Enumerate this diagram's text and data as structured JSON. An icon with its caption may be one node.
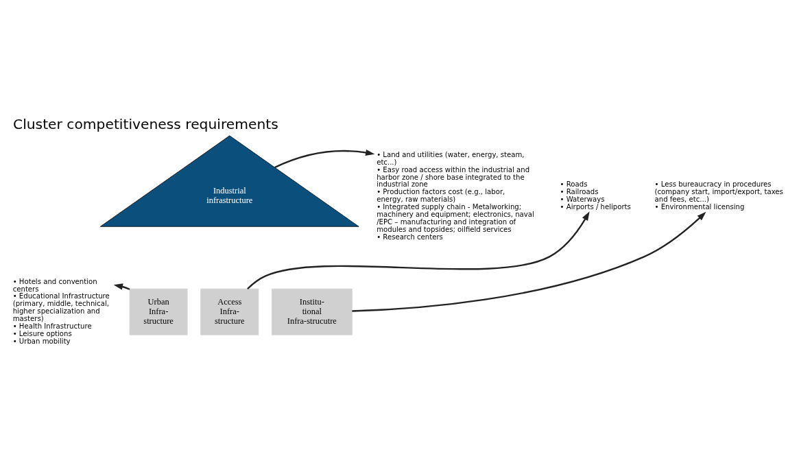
{
  "diagram": {
    "title": "Cluster competitiveness requirements",
    "nodes": [
      {
        "text": [
          "Industrial infrastructure"
        ]
      },
      {
        "text": [
          "Urban Infra- structure"
        ]
      },
      {
        "text": [
          "Access Infra- structure"
        ]
      },
      {
        "text": [
          "Institu- tional Infra-strucutre"
        ]
      },
      {
        "text": [
          "• Land and utilities (water, energy, steam, etc...)",
          "• Easy road access within the industrial and harbor zone / shore base integrated to the industrial zone",
          "• Production factors cost (e.g., labor, energy, raw materials)",
          "• Integrated supply chain - Metalworking; machinery and equipment; electronics, naval /EPC – manufacturing and integration of modules and topsides; oilfield services",
          "• Research centers"
        ]
      },
      {
        "text": [
          "• Hotels and convention centers",
          "• Educational Infrastructure (primary, middle, technical, higher specialization and masters)",
          "• Health Infrastructure",
          "• Leisure options",
          "• Urban mobility"
        ]
      },
      {
        "text": [
          "• Roads",
          "• Railroads",
          "• Waterways",
          "• Airports / heliports"
        ]
      },
      {
        "text": [
          "• Less bureaucracy in procedures (company start, import/export, taxes and fees, etc...)",
          "• Environmental licensing"
        ]
      }
    ],
    "edges": [
      {
        "from": 0,
        "to": 4,
        "arrow": "to"
      },
      {
        "from": 1,
        "to": 5,
        "arrow": "to"
      },
      {
        "from": 2,
        "to": 6,
        "arrow": "to"
      },
      {
        "from": 3,
        "to": 7,
        "arrow": "to"
      }
    ]
  }
}
